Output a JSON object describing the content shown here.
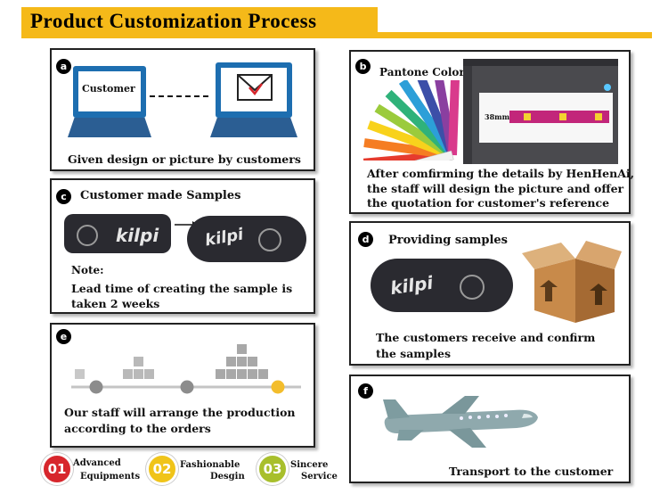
{
  "header": {
    "title": "Product Customization Process"
  },
  "panels": {
    "a": {
      "badge": "a",
      "screen_label": "Customer",
      "caption": "Given design or picture by customers"
    },
    "b": {
      "badge": "b",
      "swatch_label": "Pantone Color",
      "measure_label": "38mm",
      "line1": "After comfirming the details by HenHenAi,",
      "line2": "the staff will design the picture and offer",
      "line3": "the quotation for customer's reference"
    },
    "c": {
      "badge": "c",
      "title": "Customer made Samples",
      "brand": "kilpi",
      "note": "Note:",
      "line1": "Lead time of creating the sample is",
      "line2": "taken 2 weeks"
    },
    "d": {
      "badge": "d",
      "title": "Providing samples",
      "line1": "The customers receive and confirm",
      "line2": "the samples"
    },
    "e": {
      "badge": "e",
      "line1": "Our staff will arrange the production",
      "line2": "according to the orders"
    },
    "f": {
      "badge": "f",
      "caption": "Transport to the customer"
    }
  },
  "footer": {
    "items": [
      {
        "num": "01",
        "line1": "Advanced",
        "line2": "Equipments",
        "color": "#d7262c"
      },
      {
        "num": "02",
        "line1": "Fashionable",
        "line2": "Desgin",
        "color": "#f0c419"
      },
      {
        "num": "03",
        "line1": "Sincere",
        "line2": "Service",
        "color": "#a8bf2c"
      }
    ]
  },
  "colors": {
    "accent": "#f5b919",
    "laptop": "#1d6eb0",
    "plane": "#8fa9ad"
  }
}
